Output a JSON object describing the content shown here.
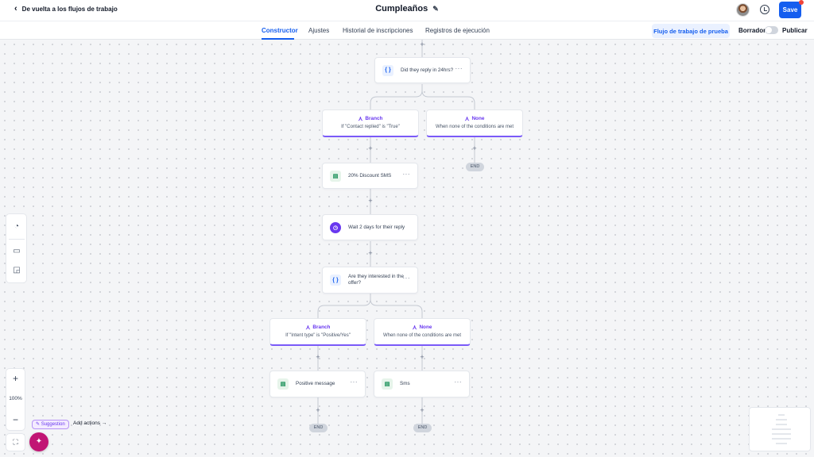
{
  "header": {
    "back_label": "De vuelta a los flujos de trabajo",
    "title": "Cumpleaños",
    "save_label": "Save"
  },
  "tabs": [
    {
      "label": "Constructor",
      "active": true
    },
    {
      "label": "Ajustes",
      "active": false
    },
    {
      "label": "Historial de inscripciones",
      "active": false
    },
    {
      "label": "Registros de ejecución",
      "active": false
    }
  ],
  "toolbar": {
    "test_label": "Flujo de trabajo de prueba",
    "draft_label": "Borrador",
    "publish_label": "Publicar",
    "publish_on": false
  },
  "workflow": {
    "condition1": {
      "label": "Did they reply in 24hrs?",
      "icon": "braces-icon"
    },
    "branch1": {
      "title": "Branch",
      "subtitle": "If \"Contact replied\" is \"True\""
    },
    "none1": {
      "title": "None",
      "subtitle": "When none of the conditions are met"
    },
    "end1": "END",
    "sms1": {
      "label": "20% Discount SMS",
      "icon": "sms-icon"
    },
    "wait1": {
      "label": "Wait 2 days for their reply",
      "icon": "clock-icon"
    },
    "condition2": {
      "label": "Are they interested in the offer?",
      "icon": "braces-icon"
    },
    "branch2": {
      "title": "Branch",
      "subtitle": "If \"Intent type\" is \"Positive/Yes\""
    },
    "none2": {
      "title": "None",
      "subtitle": "When none of the conditions are met"
    },
    "action_left": {
      "label": "Positive message",
      "icon": "sms-icon"
    },
    "action_right": {
      "label": "Sms",
      "icon": "sms-icon"
    },
    "end2": "END",
    "end3": "END"
  },
  "zoom": {
    "level": "100%"
  },
  "assistant": {
    "suggestion_label": "Suggestion",
    "add_actions_label": "Add actions"
  },
  "colors": {
    "primary": "#155eef",
    "branch_accent": "#7a5af8",
    "fab": "#c11574"
  }
}
